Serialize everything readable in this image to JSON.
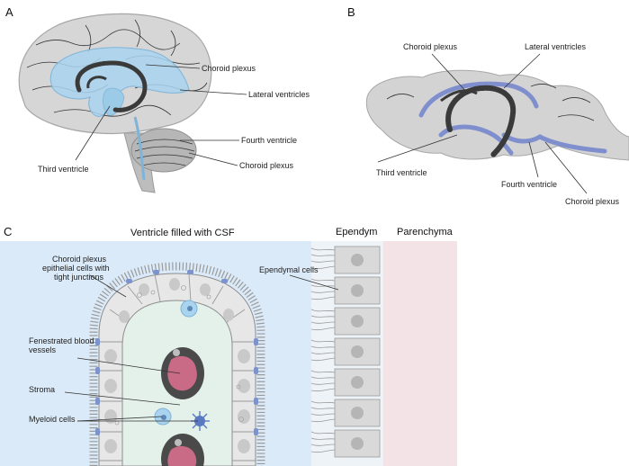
{
  "panels": {
    "a": {
      "letter": "A",
      "labels": {
        "choroid_plexus": "Choroid plexus",
        "lateral_ventricles": "Lateral ventricles",
        "fourth_ventricle": "Fourth ventricle",
        "choroid_plexus_lower": "Choroid plexus",
        "third_ventricle": "Third ventricle"
      }
    },
    "b": {
      "letter": "B",
      "labels": {
        "choroid_plexus": "Choroid plexus",
        "lateral_ventricles": "Lateral ventricles",
        "third_ventricle": "Third ventricle",
        "fourth_ventricle": "Fourth ventricle",
        "choroid_plexus_lower": "Choroid plexus"
      }
    },
    "c": {
      "letter": "C",
      "headers": {
        "ventricle": "Ventricle filled with CSF",
        "ependym": "Ependym",
        "parenchyma": "Parenchyma"
      },
      "labels": {
        "epithelial_line1": "Choroid plexus",
        "epithelial_line2": "epithelial cells with",
        "epithelial_line3": "tight junctions",
        "ependymal_cells": "Ependymal cells",
        "fenestrated_line1": "Fenestrated blood",
        "fenestrated_line2": "vessels",
        "stroma": "Stroma",
        "myeloid_cells": "Myeloid cells"
      }
    }
  },
  "colors": {
    "brain_gray": "#c9c9c9",
    "ventricle_blue": "#a9d3ee",
    "plexus_dark": "#3a3a3a",
    "csf_bg": "#dbeaf8",
    "parenchyma_bg": "#f3e3e6",
    "stroma_bg": "#e3f1ea",
    "rbc_pink": "#c96b86"
  }
}
